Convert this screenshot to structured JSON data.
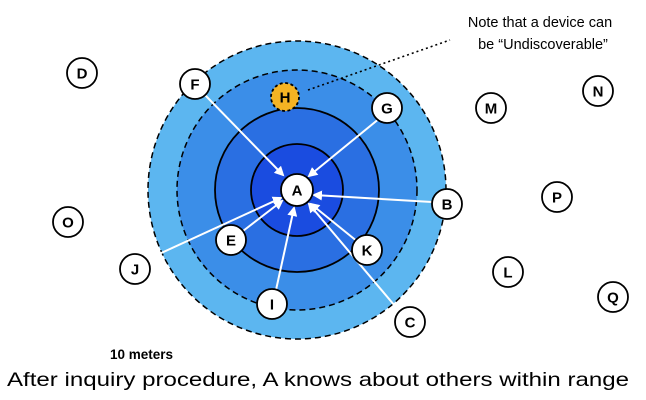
{
  "note": {
    "line1": "Note that a device can",
    "line2": "be “Undiscoverable”"
  },
  "scale_label": "10 meters",
  "caption": "After inquiry procedure, A knows about others within range",
  "colors": {
    "ring_outer": "#5cb6f0",
    "ring_2": "#3b8ee8",
    "ring_3": "#2a6fe2",
    "ring_core": "#1a4ce0",
    "undiscoverable": "#f5b323",
    "arrow": "#ffffff",
    "node_fill": "#ffffff"
  },
  "nodes": {
    "A": "A",
    "B": "B",
    "C": "C",
    "D": "D",
    "E": "E",
    "F": "F",
    "G": "G",
    "H": "H",
    "I": "I",
    "J": "J",
    "K": "K",
    "L": "L",
    "M": "M",
    "N": "N",
    "O": "O",
    "P": "P",
    "Q": "Q"
  }
}
